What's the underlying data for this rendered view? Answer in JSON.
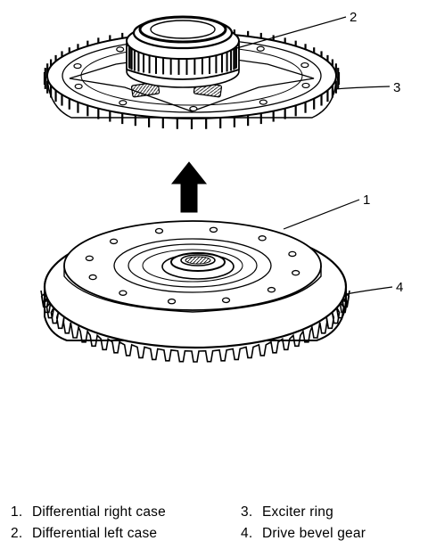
{
  "callouts": [
    "1",
    "2",
    "3",
    "4"
  ],
  "legend": [
    {
      "num": "1.",
      "label": "Differential right case"
    },
    {
      "num": "2.",
      "label": "Differential left case"
    },
    {
      "num": "3.",
      "label": "Exciter ring"
    },
    {
      "num": "4.",
      "label": "Drive bevel gear"
    }
  ],
  "colors": {
    "ink": "#000000",
    "paper": "#ffffff"
  }
}
